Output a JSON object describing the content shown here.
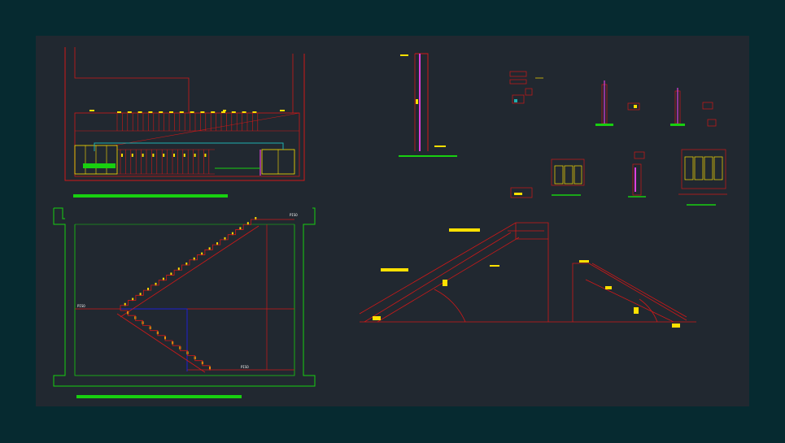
{
  "colors": {
    "outer_bg": "#062a30",
    "canvas_bg": "#212830",
    "red_line": "#d01818",
    "green_line": "#18d010",
    "yellow_mark": "#ffe000",
    "magenta_line": "#e040e0",
    "blue_line": "#2020d0",
    "cyan_line": "#20b0b0",
    "white_text": "#f6f6f6"
  },
  "section": {
    "top_level_label": "PISO",
    "bottom_level_label": "PISO"
  },
  "landing_label": "PISO"
}
